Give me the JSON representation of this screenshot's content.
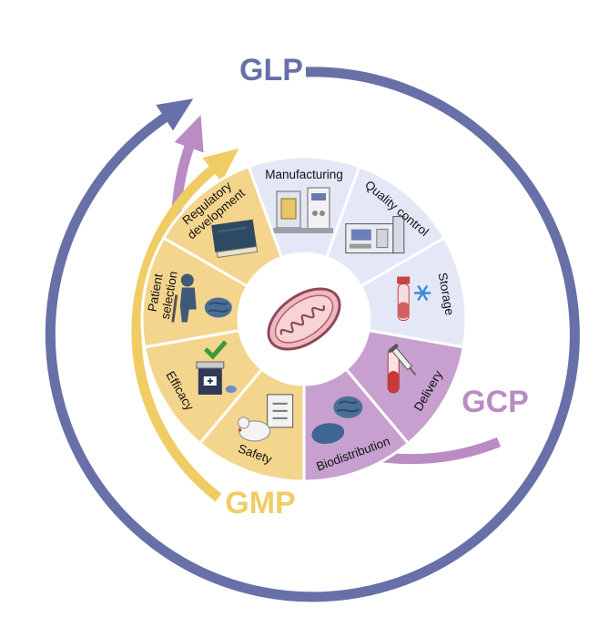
{
  "colors": {
    "glp": "#6870a8",
    "gcp": "#b98cc4",
    "gmp": "#f0cc64",
    "yellow_fill": "#f4d58d",
    "blue_fill": "#e4e8f6",
    "purple_fill": "#c7a0d0",
    "segment_stroke": "#ffffff",
    "hub_fill": "#ffffff"
  },
  "arcs": [
    {
      "label": "GLP",
      "color_key": "glp"
    },
    {
      "label": "GCP",
      "color_key": "gcp"
    },
    {
      "label": "GMP",
      "color_key": "gmp"
    }
  ],
  "hub": {
    "icon": "mitochondrion-icon"
  },
  "segments": [
    {
      "lines": [
        "Manufacturing"
      ],
      "fill_key": "blue_fill",
      "icon": "bioreactor-icon"
    },
    {
      "lines": [
        "Quality control"
      ],
      "fill_key": "blue_fill",
      "icon": "analyzer-machine-icon"
    },
    {
      "lines": [
        "Storage"
      ],
      "fill_key": "blue_fill",
      "icon": "sample-tube-snowflake-icon"
    },
    {
      "lines": [
        "Delivery"
      ],
      "fill_key": "purple_fill",
      "icon": "blood-tube-syringe-icon"
    },
    {
      "lines": [
        "Biodistribution"
      ],
      "fill_key": "purple_fill",
      "icon": "organs-brain-liver-icon"
    },
    {
      "lines": [
        "Safety"
      ],
      "fill_key": "yellow_fill",
      "icon": "mouse-clipboard-icon"
    },
    {
      "lines": [
        "Efficacy"
      ],
      "fill_key": "yellow_fill",
      "icon": "medicine-bottle-check-icon"
    },
    {
      "lines": [
        "Patient",
        "selection"
      ],
      "fill_key": "yellow_fill",
      "icon": "patient-brain-icon"
    },
    {
      "lines": [
        "Regulatory",
        "development"
      ],
      "fill_key": "yellow_fill",
      "icon": "book-icon"
    }
  ]
}
